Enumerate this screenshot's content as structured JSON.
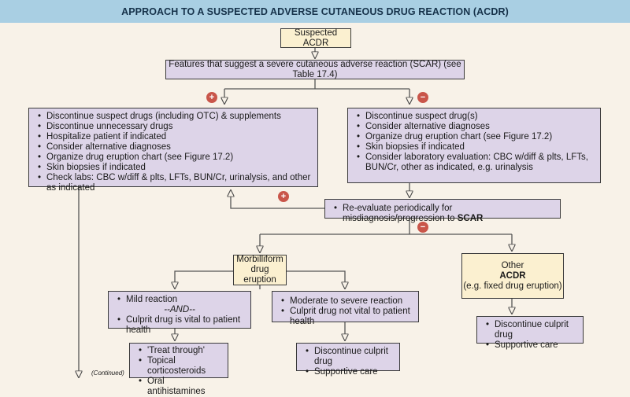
{
  "title": "APPROACH TO A SUSPECTED ADVERSE CUTANEOUS DRUG REACTION (ACDR)",
  "start": "Suspected ACDR",
  "features": "Features that suggest a severe cutaneous adverse reaction (SCAR) (see Table 17.4)",
  "plus": "+",
  "minus": "−",
  "severe_items": [
    "Discontinue suspect drugs (including OTC) & supplements",
    "Discontinue unnecessary drugs",
    "Hospitalize patient if indicated",
    "Consider alternative diagnoses",
    "Organize drug eruption chart (see Figure 17.2)",
    "Skin biopsies if indicated",
    "Check labs: CBC w/diff & plts, LFTs, BUN/Cr, urinalysis, and other as indicated"
  ],
  "nonsevere_items": [
    "Discontinue suspect drug(s)",
    "Consider alternative diagnoses",
    "Organize drug eruption chart (see Figure 17.2)",
    "Skin biopsies if indicated",
    "Consider laboratory evaluation: CBC w/diff & plts, LFTs, BUN/Cr, other as indicated, e.g. urinalysis"
  ],
  "reevaluate_text": "Re-evaluate periodically for misdiagnosis/progression to ",
  "reevaluate_bold": "SCAR",
  "morbilliform": {
    "line1": "Morbilliform",
    "line2": "drug eruption"
  },
  "other": {
    "line1": "Other",
    "line2": "ACDR",
    "line3": "(e.g. fixed drug eruption)"
  },
  "mild": {
    "item1": "Mild reaction",
    "and": "--AND--",
    "item2": "Culprit drug is vital to patient health"
  },
  "moderate_items": [
    "Moderate to severe reaction",
    "Culprit drug not vital to patient health"
  ],
  "treat_items": [
    "'Treat through'",
    "Topical corticosteroids",
    "Oral antihistamines"
  ],
  "discontinue_items": [
    "Discontinue culprit drug",
    "Supportive care"
  ],
  "other_discontinue_items": [
    "Discontinue culprit drug",
    "Supportive care"
  ],
  "continued": "(Continued)",
  "colors": {
    "header": "#a9cfe3",
    "background": "#f8f2e8",
    "box_purple": "#ddd4e8",
    "box_cream": "#fbf0d0",
    "badge": "#c9564a"
  }
}
